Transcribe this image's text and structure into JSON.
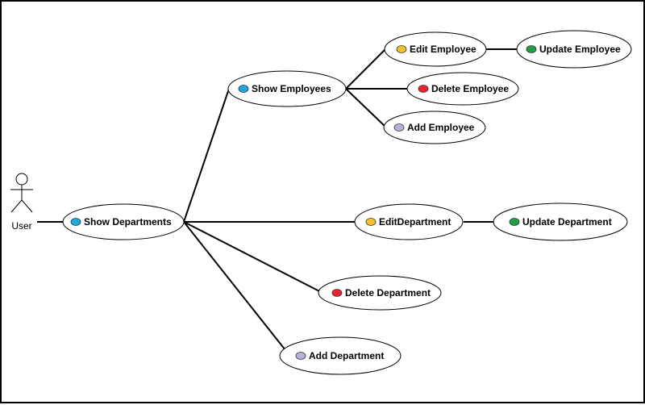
{
  "actor": {
    "label": "User"
  },
  "colors": {
    "blue": "#1ea8e0",
    "yellow": "#f2c230",
    "red": "#e8242c",
    "green": "#22a045",
    "lavender": "#b9b0d8"
  },
  "use_cases": {
    "show_departments": {
      "label": "Show Departments",
      "dot_color": "blue"
    },
    "show_employees": {
      "label": "Show Employees",
      "dot_color": "blue"
    },
    "edit_employee": {
      "label": "Edit Employee",
      "dot_color": "yellow"
    },
    "update_employee": {
      "label": "Update Employee",
      "dot_color": "green"
    },
    "delete_employee": {
      "label": "Delete Employee",
      "dot_color": "red"
    },
    "add_employee": {
      "label": "Add Employee",
      "dot_color": "lavender"
    },
    "edit_department": {
      "label": "EditDepartment",
      "dot_color": "yellow"
    },
    "update_department": {
      "label": "Update Department",
      "dot_color": "green"
    },
    "delete_department": {
      "label": "Delete Department",
      "dot_color": "red"
    },
    "add_department": {
      "label": "Add Department",
      "dot_color": "lavender"
    }
  }
}
